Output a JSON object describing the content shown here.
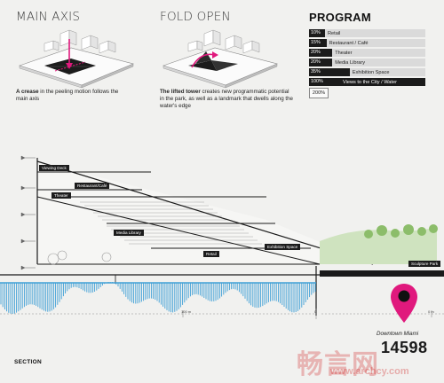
{
  "panels": [
    {
      "heading": "MAIN AXIS",
      "caption_bold": "A crease",
      "caption_rest": " in the peeling motion follows the main axis"
    },
    {
      "heading": "FOLD OPEN",
      "caption_bold": "The lifted tower",
      "caption_rest": " creates new programmatic potential in the park, as well as a landmark that dwells along the water's edge"
    }
  ],
  "program": {
    "title": "PROGRAM",
    "rows": [
      {
        "pct": "10%",
        "name": "Retail",
        "value": 10
      },
      {
        "pct": "15%",
        "name": "Restaurant / Café",
        "value": 15
      },
      {
        "pct": "20%",
        "name": "Theater",
        "value": 20
      },
      {
        "pct": "20%",
        "name": "Media Library",
        "value": 20
      },
      {
        "pct": "35%",
        "name": "Exhibition Space",
        "value": 35
      },
      {
        "pct": "100%",
        "name": "Views to the City / Water",
        "value": 100
      }
    ],
    "total": "200%"
  },
  "section": {
    "label": "SECTION",
    "tags": {
      "viewing_deck": "Viewing Deck",
      "restaurant": "Restaurant/Café",
      "theater": "Theater",
      "media_library": "Media Library",
      "retail": "Retail",
      "exhibition_space": "Exhibition Space",
      "sculpture_park": "Sculpture Park"
    },
    "scale_marks": [
      "100 m",
      "0",
      "0 m"
    ],
    "downtown": {
      "label": "Downtown Miami",
      "count": "14598"
    }
  },
  "watermark": {
    "cjk": "畅言网",
    "url": "www.archcy.com"
  },
  "colors": {
    "accent": "#e0197d",
    "water": "#3fa0d6",
    "bars": "#1b1b1b"
  }
}
